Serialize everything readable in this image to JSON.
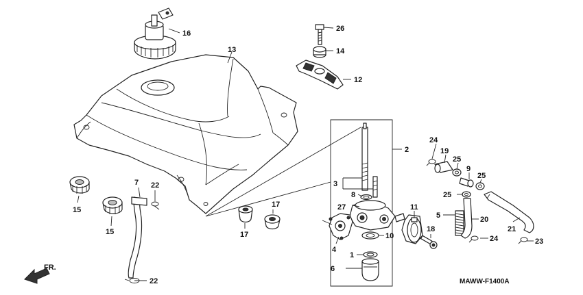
{
  "diagram": {
    "code": "MAWW-F1400A",
    "direction_label": "FR.",
    "callouts": [
      "1",
      "2",
      "3",
      "4",
      "5",
      "6",
      "7",
      "8",
      "9",
      "10",
      "11",
      "12",
      "13",
      "14",
      "15",
      "16",
      "17",
      "18",
      "19",
      "20",
      "21",
      "22",
      "23",
      "24",
      "25",
      "26",
      "27"
    ]
  }
}
